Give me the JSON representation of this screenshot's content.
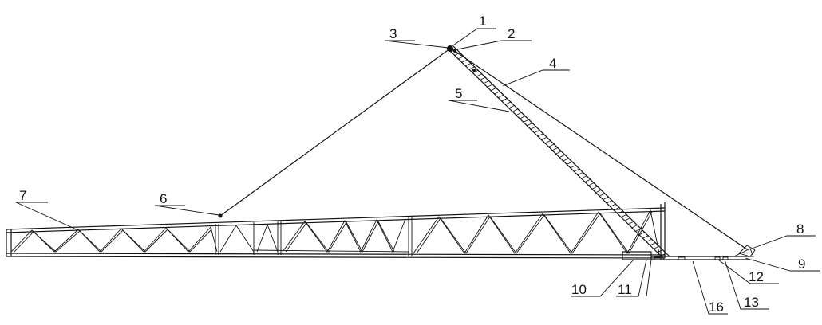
{
  "diagram": {
    "labels": [
      {
        "id": "1",
        "text": "1"
      },
      {
        "id": "2",
        "text": "2"
      },
      {
        "id": "3",
        "text": "3"
      },
      {
        "id": "4",
        "text": "4"
      },
      {
        "id": "5",
        "text": "5"
      },
      {
        "id": "6",
        "text": "6"
      },
      {
        "id": "7",
        "text": "7"
      },
      {
        "id": "8",
        "text": "8"
      },
      {
        "id": "9",
        "text": "9"
      },
      {
        "id": "10",
        "text": "10"
      },
      {
        "id": "11",
        "text": "11"
      },
      {
        "id": "12",
        "text": "12"
      },
      {
        "id": "13",
        "text": "13"
      },
      {
        "id": "16",
        "text": "16"
      }
    ]
  }
}
